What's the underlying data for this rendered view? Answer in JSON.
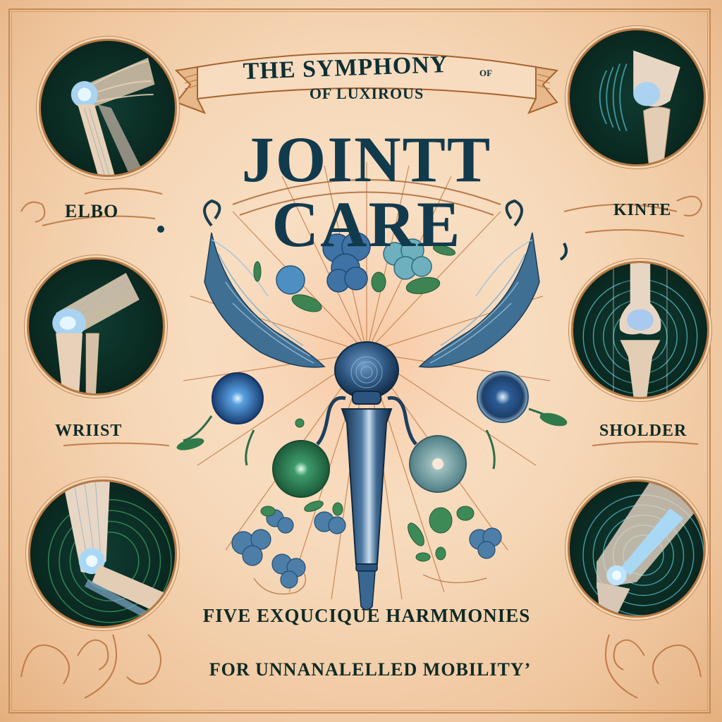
{
  "title": {
    "line1": "THE SYMPHONY",
    "line1_suffix": "OF",
    "line2": "OF LUXIROUS",
    "line3": "JOINTT CARE"
  },
  "labels": {
    "top_left": "ELBO",
    "top_right": "KINTE",
    "bottom_left": "WRIIST",
    "bottom_right": "SHOLDER"
  },
  "subtitle": {
    "line1": "FIVE EXQUCIQUE HARMMONIES",
    "line2": "FOR UNNANALELLED MOBILITY’"
  },
  "medallions": [
    {
      "position": "top-left",
      "icon": "knee-joint-bent-icon"
    },
    {
      "position": "top-right",
      "icon": "knee-joint-icon"
    },
    {
      "position": "middle-left",
      "icon": "elbow-joint-icon"
    },
    {
      "position": "middle-right",
      "icon": "knee-joint-front-icon"
    },
    {
      "position": "bottom-left",
      "icon": "ankle-joint-icon"
    },
    {
      "position": "bottom-right",
      "icon": "foot-ankle-icon"
    }
  ],
  "center": {
    "icons": [
      "winged-joint-implant-icon",
      "blue-orb-icon",
      "green-orb-icon",
      "flower-icon",
      "leaf-icon"
    ]
  },
  "colors": {
    "parchment": "#f6d8b8",
    "ink_dark": "#0f2a24",
    "title_blue": "#123a4d",
    "medallion_green": "#0a2a22",
    "copper": "#c58a55",
    "accent_blue": "#3a6e95",
    "accent_green": "#2e7a4e"
  }
}
